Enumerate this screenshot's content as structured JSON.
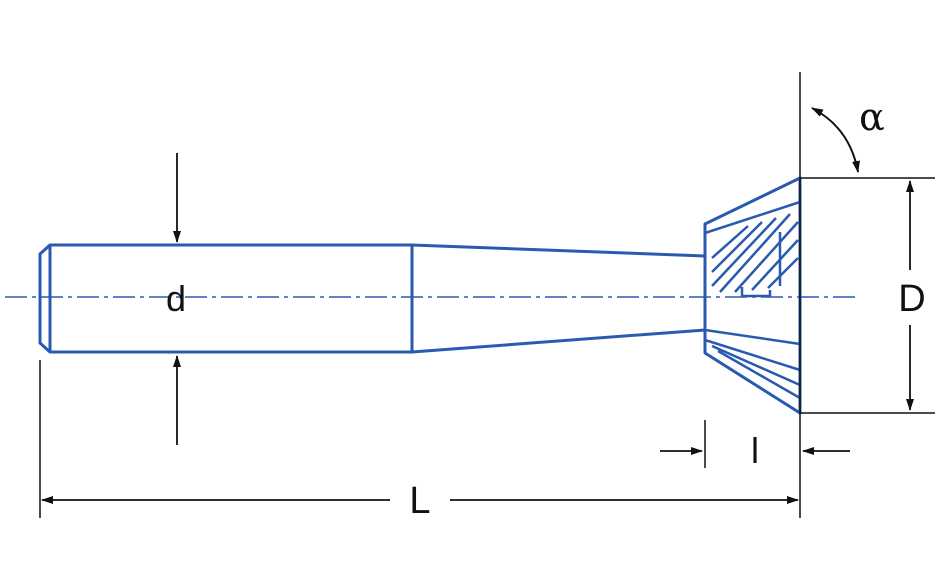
{
  "labels": {
    "shank_diameter": "d",
    "overall_length": "L",
    "cutting_diameter": "D",
    "cutting_length": "l",
    "angle": "α"
  },
  "colors": {
    "tool_outline": "#2a5ab0",
    "dimension": "#111111",
    "centerline": "#2a5ab0",
    "background": "#ffffff"
  }
}
